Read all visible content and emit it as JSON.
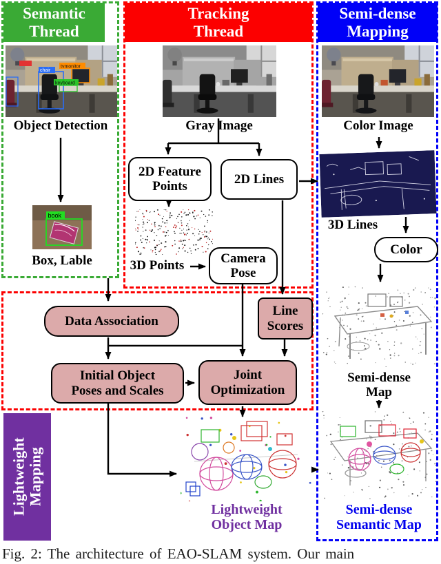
{
  "figure": {
    "headers": {
      "semantic": "Semantic\nThread",
      "tracking": "Tracking\nThread",
      "mapping": "Semi-dense\nMapping"
    },
    "semantic_thread": {
      "object_detection": "Object Detection",
      "box_lable": "Box, Lable",
      "book_tag": "book"
    },
    "tracking_thread": {
      "gray_image": "Gray Image",
      "feature_points_2d": "2D Feature\nPoints",
      "lines_2d": "2D Lines",
      "points_3d": "3D Points",
      "camera_pose": "Camera\nPose",
      "line_scores": "Line\nScores",
      "data_association": "Data Association",
      "initial_object_poses": "Initial Object\nPoses and Scales",
      "joint_optimization": "Joint\nOptimization",
      "lightweight_object_map": "Lightweight\nObject Map"
    },
    "mapping_thread": {
      "color_image": "Color Image",
      "lines_3d": "3D Lines",
      "color": "Color",
      "semi_dense_map": "Semi-dense\nMap",
      "semi_dense_semantic_map": "Semi-dense\nSemantic Map"
    },
    "lightweight_banner": "Lightweight\nMapping",
    "detections": {
      "tvmonitor": "tvmonitor",
      "keyboard": "keyboard",
      "chair": "chair"
    },
    "caption": "Fig. 2: The architecture of EAO-SLAM system. Our main",
    "colors": {
      "semantic_green": "#3aaa35",
      "tracking_red": "#fc0000",
      "mapping_blue": "#0000f8",
      "banner_purple": "#7030a0",
      "process_pink": "#dcaaaa",
      "object_map_text": "#7030a0",
      "semantic_map_text": "#0000ee"
    }
  }
}
